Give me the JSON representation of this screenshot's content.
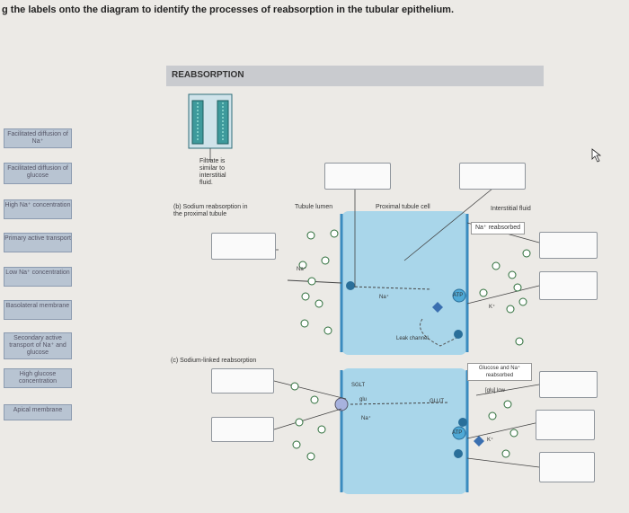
{
  "instruction": "g the labels onto the diagram to identify the processes of reabsorption in the tubular epithelium.",
  "header": {
    "title": "REABSORPTION"
  },
  "palette": [
    "Facilitated diffusion of Na⁺",
    "Facilitated diffusion of glucose",
    "High Na⁺ concentration",
    "Primary active transport",
    "Low Na⁺ concentration",
    "Basolateral membrane",
    "Secondary active transport of Na⁺ and glucose",
    "High glucose concentration",
    "Apical membrane"
  ],
  "diagram": {
    "filtrate_note": "Filtrate is similar to interstitial fluid.",
    "panel_b_title": "(b) Sodium reabsorption in the proximal tubule",
    "tubule_lumen": "Tubule lumen",
    "proximal_cell": "Proximal tubule cell",
    "interstitial_fluid": "Interstitial fluid",
    "na_reabsorbed": "Na⁺ reabsorbed",
    "na_ion": "Na⁺",
    "atp": "ATP",
    "k_ion": "K⁺",
    "leak_channel": "Leak channel",
    "panel_c_title": "(c) Sodium-linked reabsorption",
    "sglt": "SGLT",
    "glu": "glu",
    "glut": "GLUT",
    "glucose_na_reabsorbed": "Glucose and Na⁺ reabsorbed",
    "glu_low": "[glu] low"
  },
  "colors": {
    "cell": "#a9d6ea",
    "cell_dark": "#7fc0de",
    "membrane": "#3a8bbf",
    "palette_bg": "#b8c4d2",
    "header_bg": "#c9cbcf"
  },
  "cursor_icon": "cursor-arrow-icon"
}
